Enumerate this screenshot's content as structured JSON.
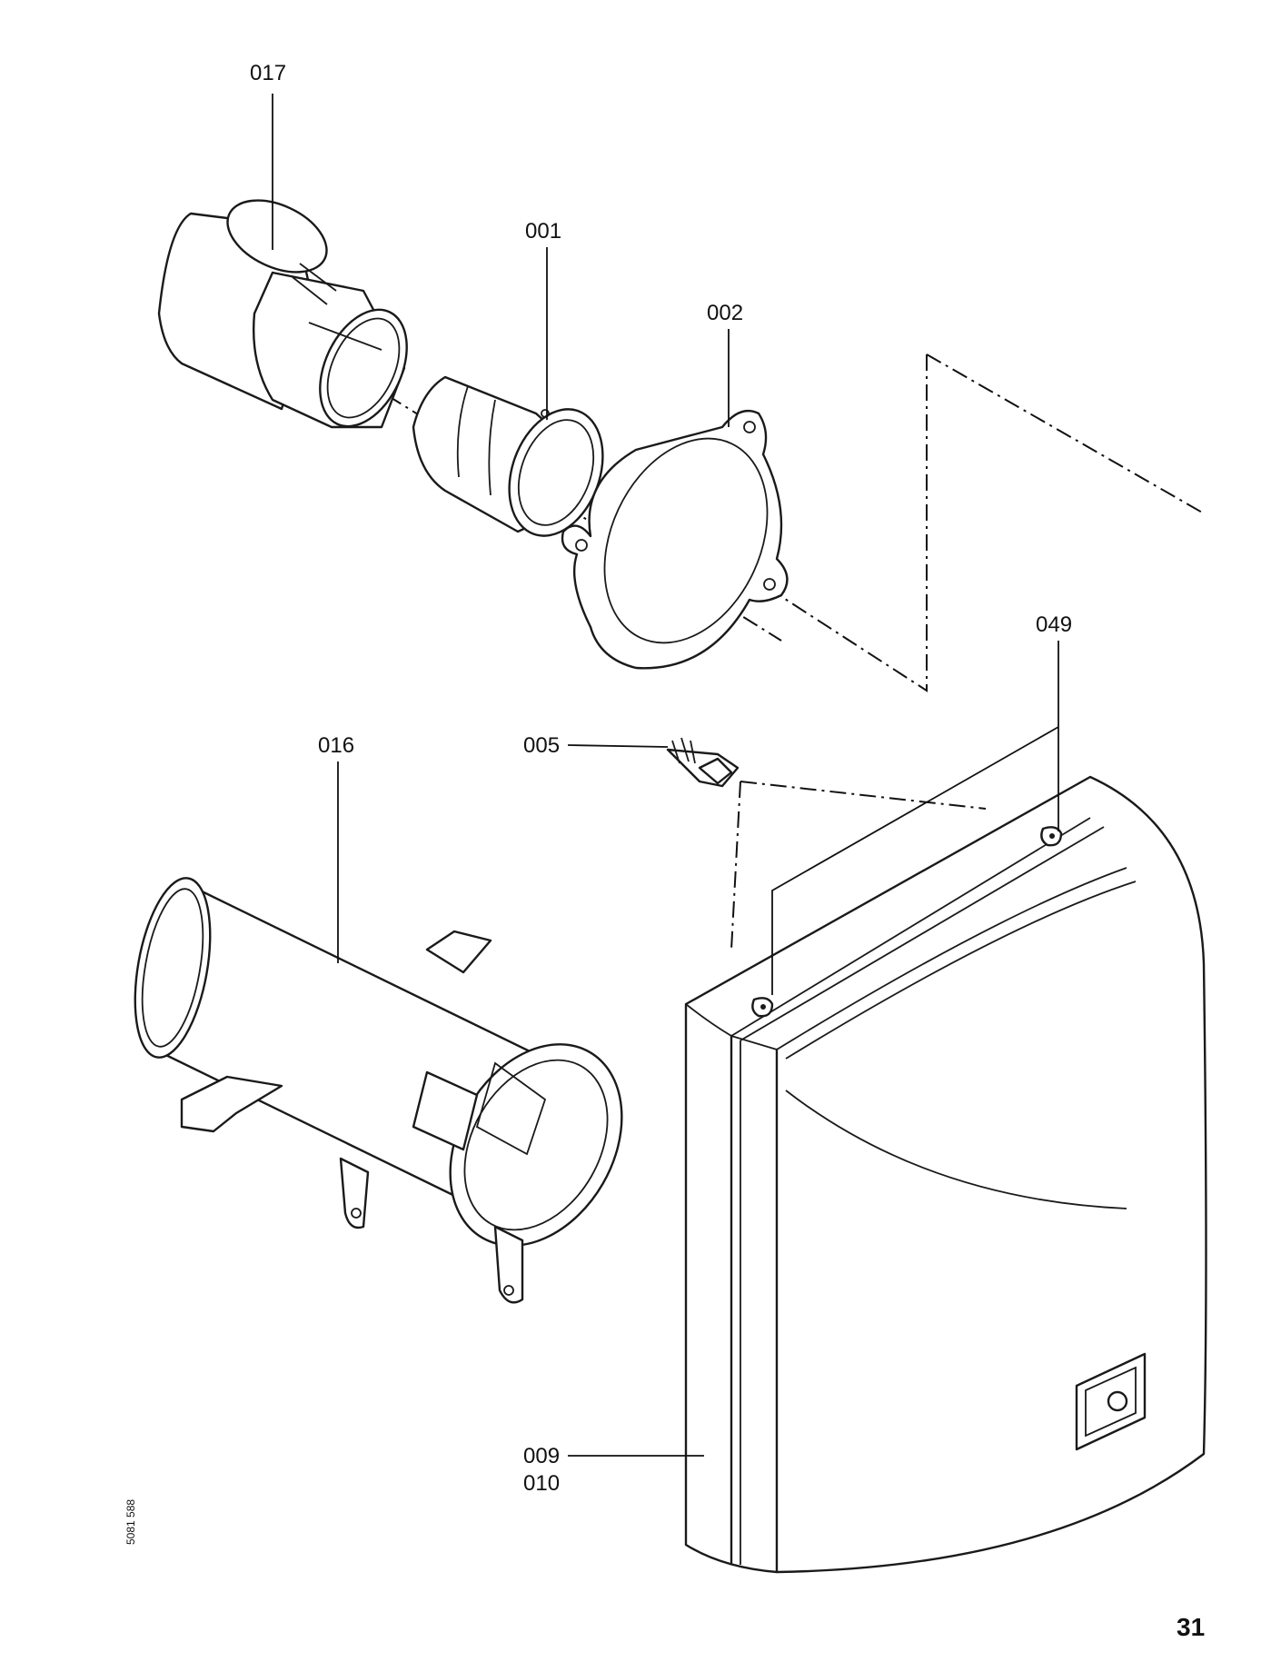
{
  "callouts": {
    "p017": "017",
    "p001": "001",
    "p002": "002",
    "p049": "049",
    "p016": "016",
    "p005": "005",
    "p009": "009",
    "p010": "010"
  },
  "doc_number": "5081 588",
  "page_number": "31",
  "colors": {
    "line": "#1a1a1a",
    "paper": "#ffffff"
  }
}
